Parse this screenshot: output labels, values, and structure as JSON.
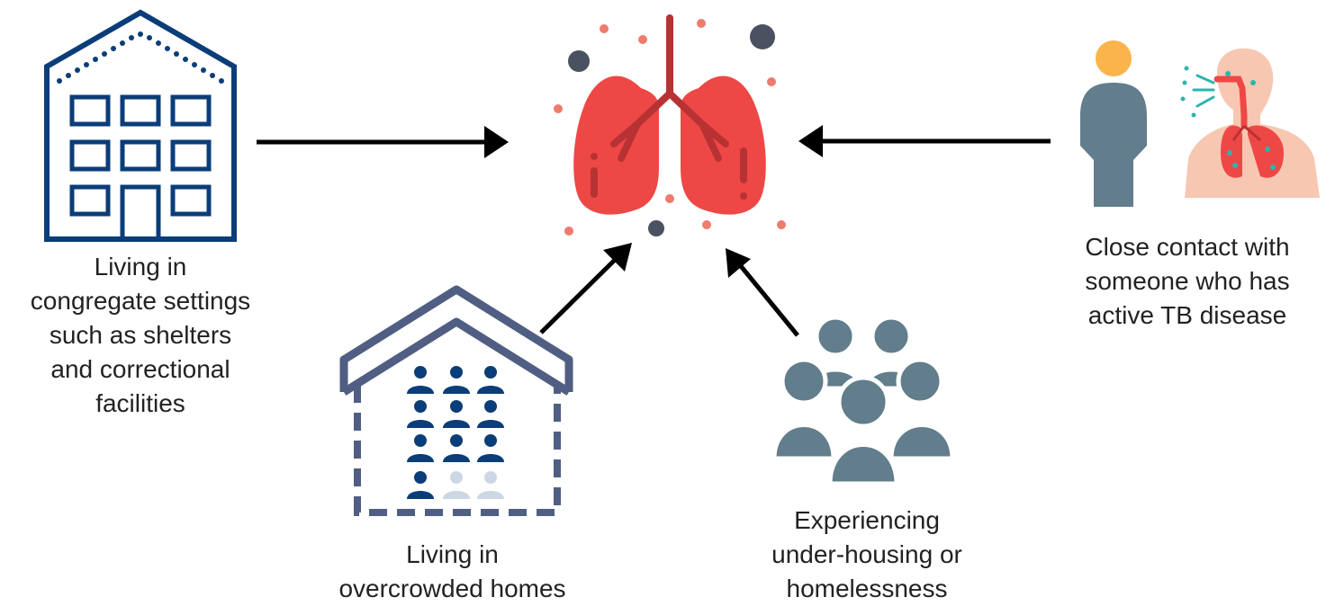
{
  "diagram": {
    "center": {
      "icon": "lungs-icon"
    },
    "sources": [
      {
        "id": "congregate",
        "icon": "apartment-building-icon",
        "lines": [
          "Living in",
          "congregate settings",
          "such as shelters",
          "and correctional",
          "facilities"
        ]
      },
      {
        "id": "contact",
        "icon": "person-exposure-icon",
        "lines": [
          "Close contact with",
          "someone who has",
          "active TB disease"
        ]
      },
      {
        "id": "homes",
        "icon": "crowded-house-icon",
        "lines": [
          "Living in",
          "overcrowded homes"
        ]
      },
      {
        "id": "homeless",
        "icon": "group-of-people-icon",
        "lines": [
          "Experiencing",
          "under-housing or",
          "homelessness"
        ]
      }
    ]
  },
  "colors": {
    "navy": "#0b3d78",
    "slate": "#4f5e82",
    "lung_red": "#ee4846",
    "lung_dark": "#b83234",
    "person_gray": "#627d8c",
    "particle_dark": "#4a5160",
    "particle_salmon": "#ef7b6c",
    "sun_yellow": "#fbb34b",
    "skin": "#f7c7b2",
    "teal": "#2bb5ad",
    "arrow": "#000000"
  }
}
